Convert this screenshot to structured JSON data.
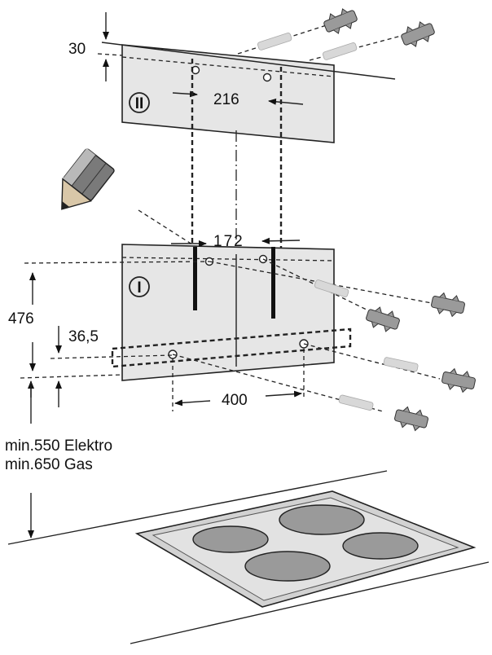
{
  "dimensions": {
    "top_offset": "30",
    "upper_hole_spacing": "216",
    "lower_hole_spacing": "172",
    "height_upper_to_lower": "476",
    "lower_offset": "36,5",
    "bottom_hole_spacing": "400"
  },
  "panel_labels": {
    "upper": "II",
    "lower": "I"
  },
  "notes": {
    "electric_min": "min.550 Elektro",
    "gas_min": "min.650 Gas"
  }
}
